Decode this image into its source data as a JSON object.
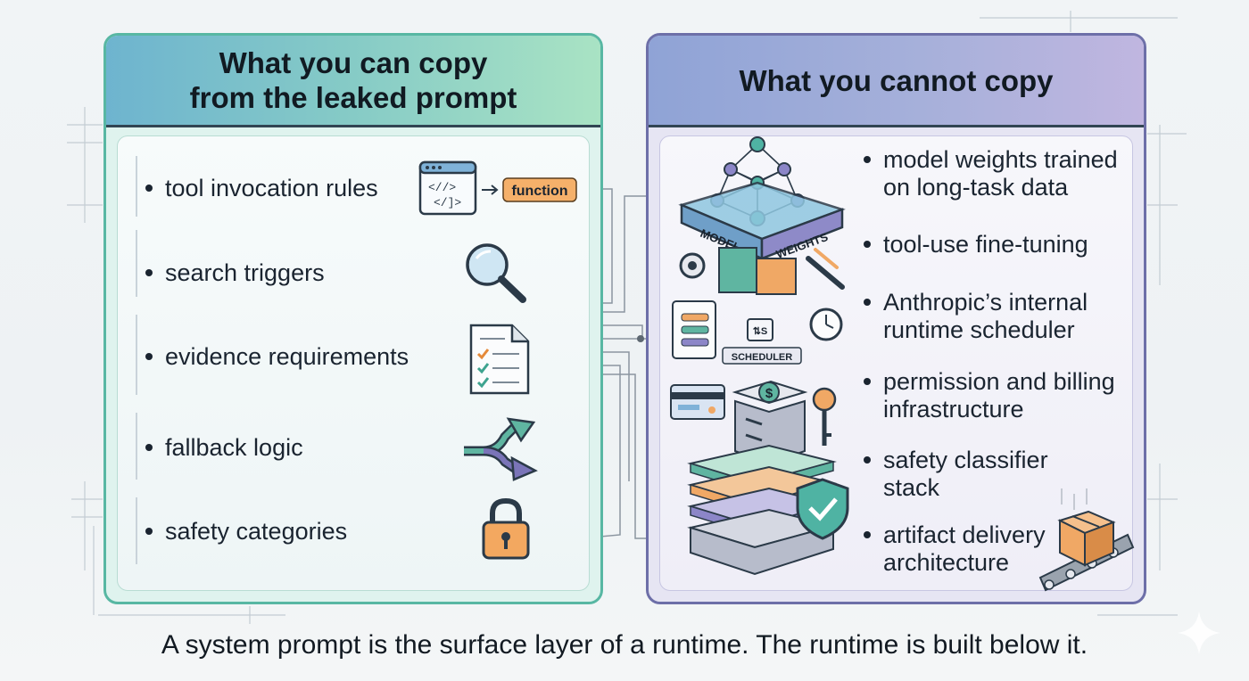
{
  "left_panel": {
    "title_line1": "What you can copy",
    "title_line2": "from the leaked prompt",
    "items": [
      {
        "label": "tool invocation rules",
        "icon": "code-window-function-icon"
      },
      {
        "label": "search triggers",
        "icon": "magnifier-icon"
      },
      {
        "label": "evidence requirements",
        "icon": "checklist-document-icon"
      },
      {
        "label": "fallback logic",
        "icon": "branching-arrows-icon"
      },
      {
        "label": "safety categories",
        "icon": "padlock-icon"
      }
    ],
    "function_tag": "function",
    "code_glyph_1": "<//>",
    "code_glyph_2": "</]>"
  },
  "right_panel": {
    "title": "What you cannot copy",
    "items": [
      {
        "line1": "model weights trained",
        "line2": "on long-task data"
      },
      {
        "line1": "tool-use fine-tuning",
        "line2": ""
      },
      {
        "line1": "Anthropic’s internal",
        "line2": "runtime scheduler"
      },
      {
        "line1": "permission and billing",
        "line2": "infrastructure"
      },
      {
        "line1": "safety classifier",
        "line2": "stack"
      },
      {
        "line1": "artifact delivery",
        "line2": "architecture"
      }
    ],
    "illustration": {
      "model_label": "MODEL",
      "weights_label": "WEIGHTS",
      "scheduler_label": "SCHEDULER",
      "scheduler_glyph": "⇅S",
      "dollar_sign": "$"
    }
  },
  "caption": "A system prompt is the surface layer of a runtime. The runtime is built below it.",
  "colors": {
    "left_border": "#58b7a3",
    "right_border": "#6d6fa8",
    "accent_orange": "#f2a85c",
    "accent_teal": "#4fa89a",
    "accent_purple": "#8b84c4"
  }
}
